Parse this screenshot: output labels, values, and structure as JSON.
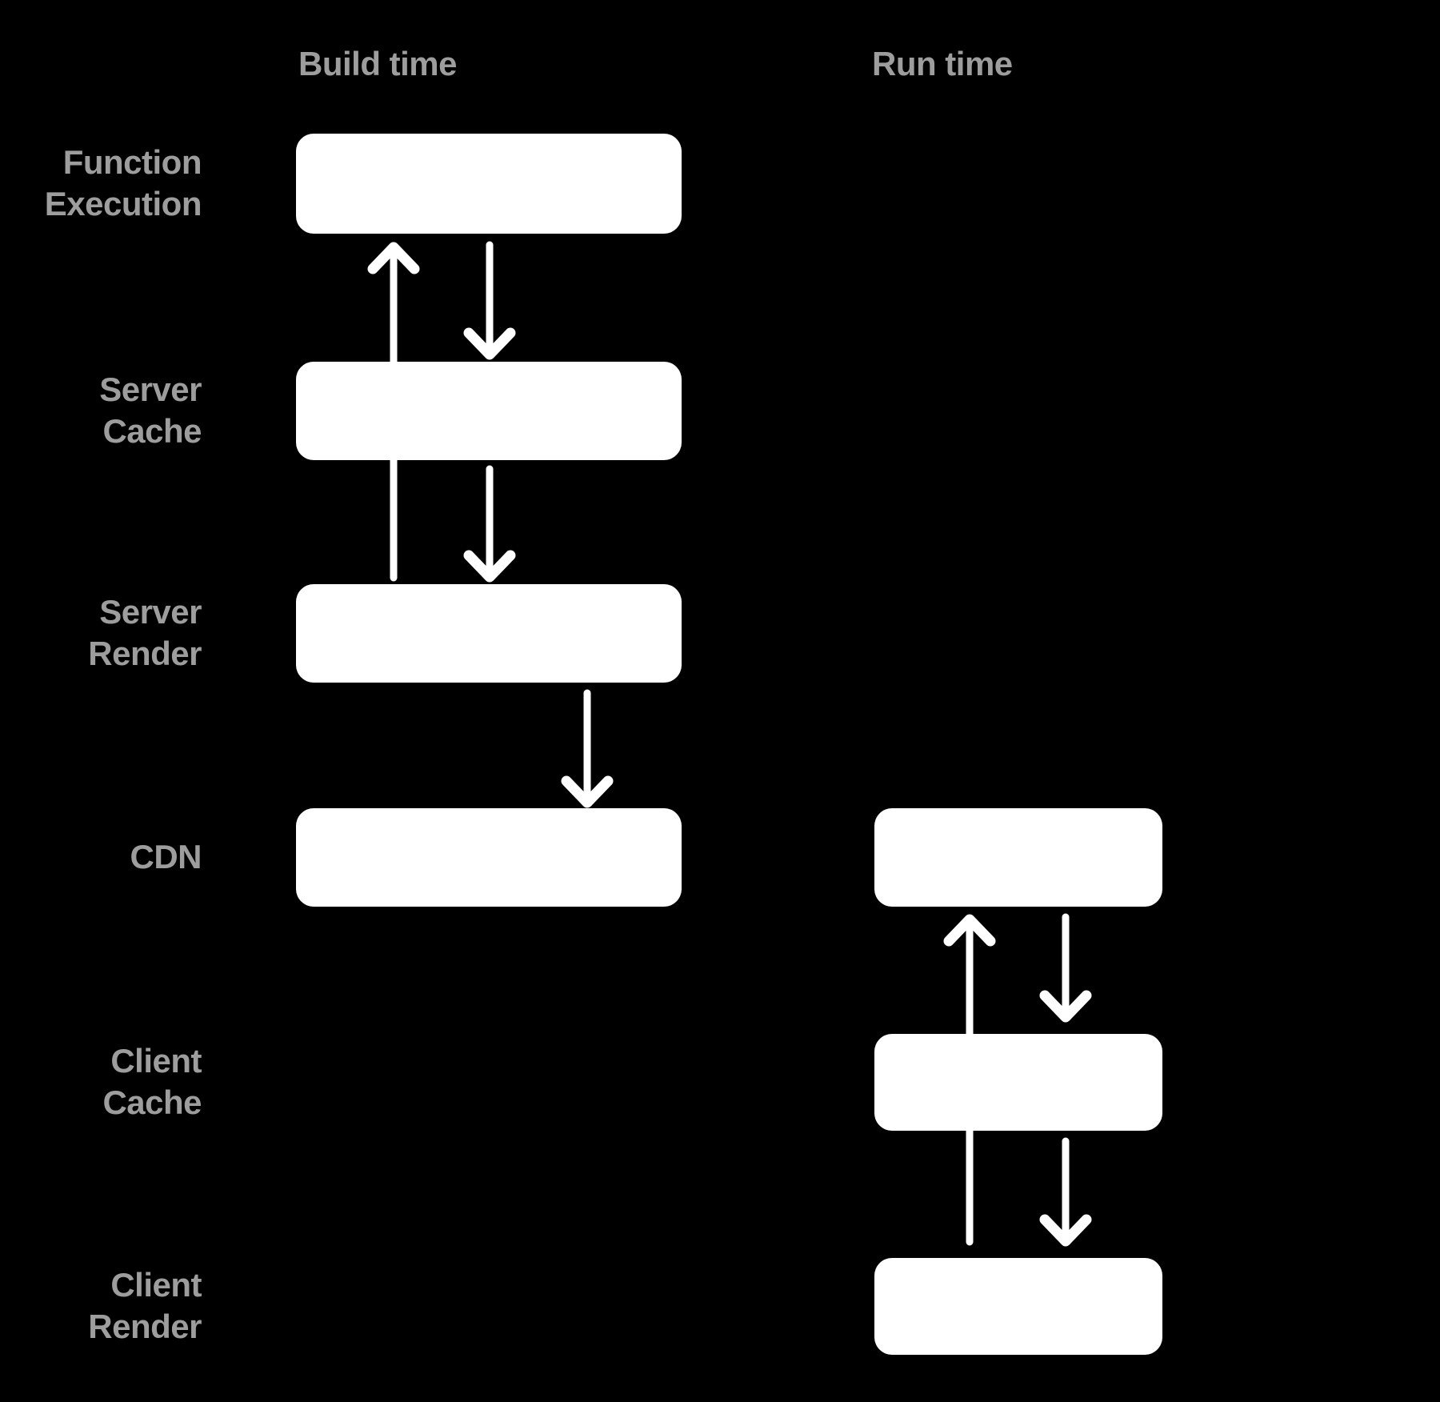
{
  "colors": {
    "background": "#000000",
    "box": "#ffffff",
    "arrow": "#ffffff",
    "label": "#9d9d9d"
  },
  "headers": {
    "build": "Build time",
    "run": "Run time"
  },
  "row_labels": [
    {
      "id": "function-execution",
      "line1": "Function",
      "line2": "Execution"
    },
    {
      "id": "server-cache",
      "line1": "Server",
      "line2": "Cache"
    },
    {
      "id": "server-render",
      "line1": "Server",
      "line2": "Render"
    },
    {
      "id": "cdn",
      "line1": "CDN",
      "line2": ""
    },
    {
      "id": "client-cache",
      "line1": "Client",
      "line2": "Cache"
    },
    {
      "id": "client-render",
      "line1": "Client",
      "line2": "Render"
    }
  ],
  "boxes": [
    {
      "id": "build-function-execution",
      "column": "build",
      "row": "function-execution"
    },
    {
      "id": "build-server-cache",
      "column": "build",
      "row": "server-cache"
    },
    {
      "id": "build-server-render",
      "column": "build",
      "row": "server-render"
    },
    {
      "id": "build-cdn",
      "column": "build",
      "row": "cdn"
    },
    {
      "id": "run-cdn",
      "column": "run",
      "row": "cdn"
    },
    {
      "id": "run-client-cache",
      "column": "run",
      "row": "client-cache"
    },
    {
      "id": "run-client-render",
      "column": "run",
      "row": "client-render"
    }
  ],
  "arrows": [
    {
      "id": "build-up-long",
      "direction": "up",
      "from": "server-render",
      "to": "function-execution"
    },
    {
      "id": "build-down-1",
      "direction": "down",
      "from": "function-execution",
      "to": "server-cache"
    },
    {
      "id": "build-down-2",
      "direction": "down",
      "from": "server-cache",
      "to": "server-render"
    },
    {
      "id": "build-down-3",
      "direction": "down",
      "from": "server-render",
      "to": "cdn"
    },
    {
      "id": "run-up-long",
      "direction": "up",
      "from": "client-render",
      "to": "cdn"
    },
    {
      "id": "run-down-1",
      "direction": "down",
      "from": "cdn",
      "to": "client-cache"
    },
    {
      "id": "run-down-2",
      "direction": "down",
      "from": "client-cache",
      "to": "client-render"
    }
  ]
}
